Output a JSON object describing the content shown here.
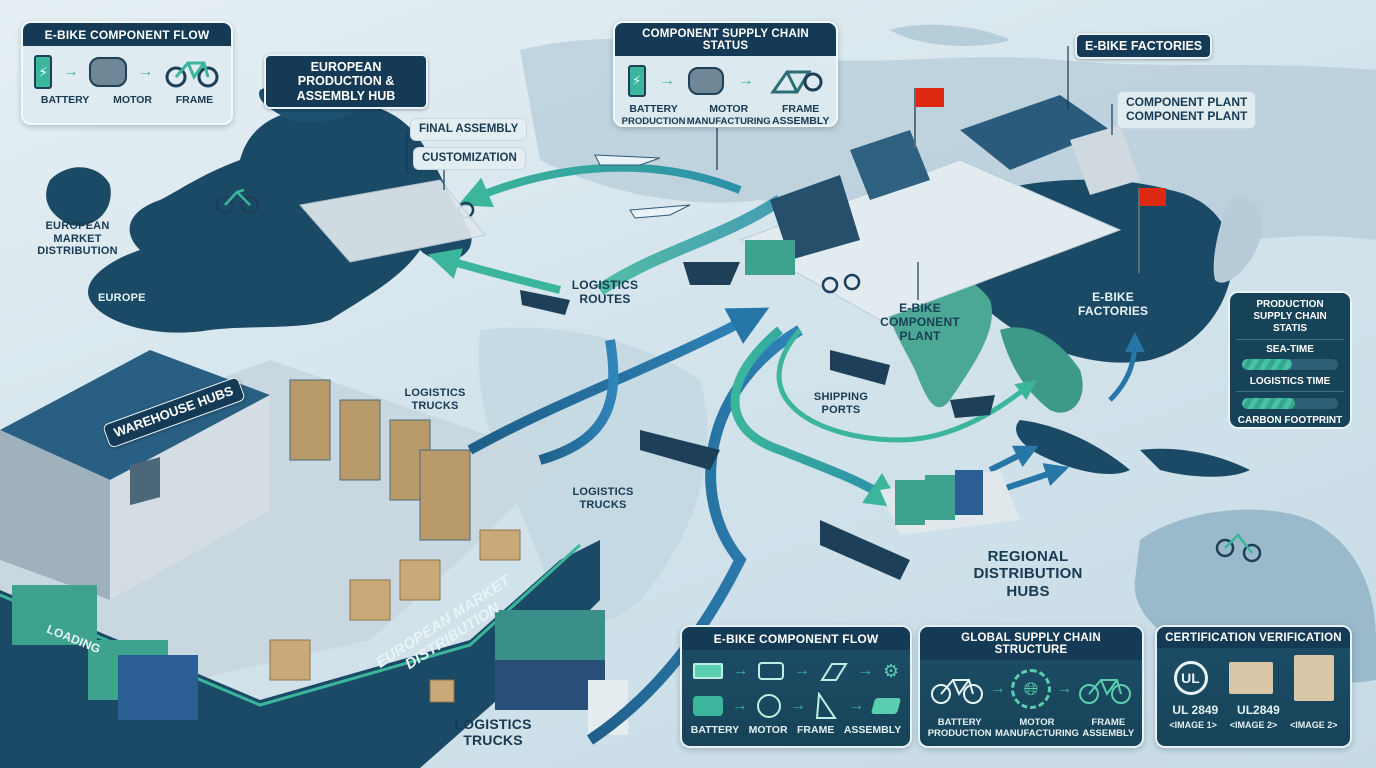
{
  "top_left_flow": {
    "title": "E-BIKE COMPONENT FLOW",
    "steps": [
      {
        "label": "BATTERY",
        "icon": "battery-icon"
      },
      {
        "label": "MOTOR",
        "icon": "motor-icon"
      },
      {
        "label": "FRAME",
        "icon": "bike-icon"
      }
    ]
  },
  "europe": {
    "hub_label": "EUROPEAN PRODUCTION & ASSEMBLY HUB",
    "final_assembly": "FINAL ASSEMBLY",
    "customization": "CUSTOMIZATION",
    "market_distribution": "EUROPEAN MARKET DISTRIBUTION",
    "region": "EUROPE"
  },
  "supply_status": {
    "title": "COMPONENT SUPPLY CHAIN STATUS",
    "steps": [
      {
        "line1": "BATTERY",
        "line2": "PRODUCTION",
        "icon": "battery-icon"
      },
      {
        "line1": "MOTOR",
        "line2": "MANUFACTURING",
        "icon": "motor-icon"
      },
      {
        "line1": "FRAME",
        "line2": "ASSEMBLY",
        "icon": "frame-icon"
      }
    ]
  },
  "asia": {
    "factories_tag": "E-BIKE FACTORIES",
    "component_plant_tag_line1": "COMPONENT PLANT",
    "component_plant_tag_line2": "COMPONENT PLANT",
    "component_plant_map": "E-BIKE COMPONENT PLANT",
    "factories_map": "E-BIKE FACTORIES"
  },
  "routes": {
    "logistics_routes": "LOGISTICS ROUTES",
    "logistics_trucks_1": "LOGISTICS TRUCKS",
    "logistics_trucks_2": "LOGISTICS TRUCKS",
    "logistics_trucks_3": "LOGISTICS TRUCKS",
    "shipping_ports": "SHIPPING PORTS",
    "regional_hubs": "REGIONAL DISTRIBUTION HUBS"
  },
  "warehouse": {
    "sign": "WAREHOUSE HUBS",
    "loading": "LOADING",
    "road_label": "EUROPEAN MARKET DISTRIBUTION"
  },
  "production_status": {
    "title_line1": "PRODUCTION",
    "title_line2": "SUPPLY CHAIN STATIS",
    "sea_time": "SEA-TIME",
    "sea_time_pct": 52,
    "logistics_time": "LOGISTICS TIME",
    "carbon_pct": 55,
    "carbon_footprint": "CARBON FOOTPRINT"
  },
  "bottom_flow": {
    "title": "E-BIKE COMPONENT FLOW",
    "captions": [
      "BATTERY",
      "MOTOR",
      "FRAME",
      "ASSEMBLY"
    ]
  },
  "global_structure": {
    "title": "GLOBAL SUPPLY CHAIN STRUCTURE",
    "steps": [
      {
        "line1": "BATTERY",
        "line2": "PRODUCTION"
      },
      {
        "line1": "MOTOR",
        "line2": "MANUFACTURING"
      },
      {
        "line1": "FRAME",
        "line2": "ASSEMBLY"
      }
    ]
  },
  "certification": {
    "title": "CERTIFICATION VERIFICATION",
    "items": [
      {
        "label": "UL 2849",
        "sub": "<IMAGE 1>",
        "icon": "ul-logo-icon"
      },
      {
        "label": "UL2849",
        "sub": "<IMAGE 2>",
        "icon": "certificate-icon"
      },
      {
        "label": "",
        "sub": "<IMAGE 2>",
        "icon": "certificate-icon"
      }
    ]
  },
  "colors": {
    "navy": "#143a55",
    "teal": "#3bb59b",
    "sea": "#d6e6ee",
    "land_dark": "#1b4a66",
    "land_teal": "#4aa894"
  }
}
